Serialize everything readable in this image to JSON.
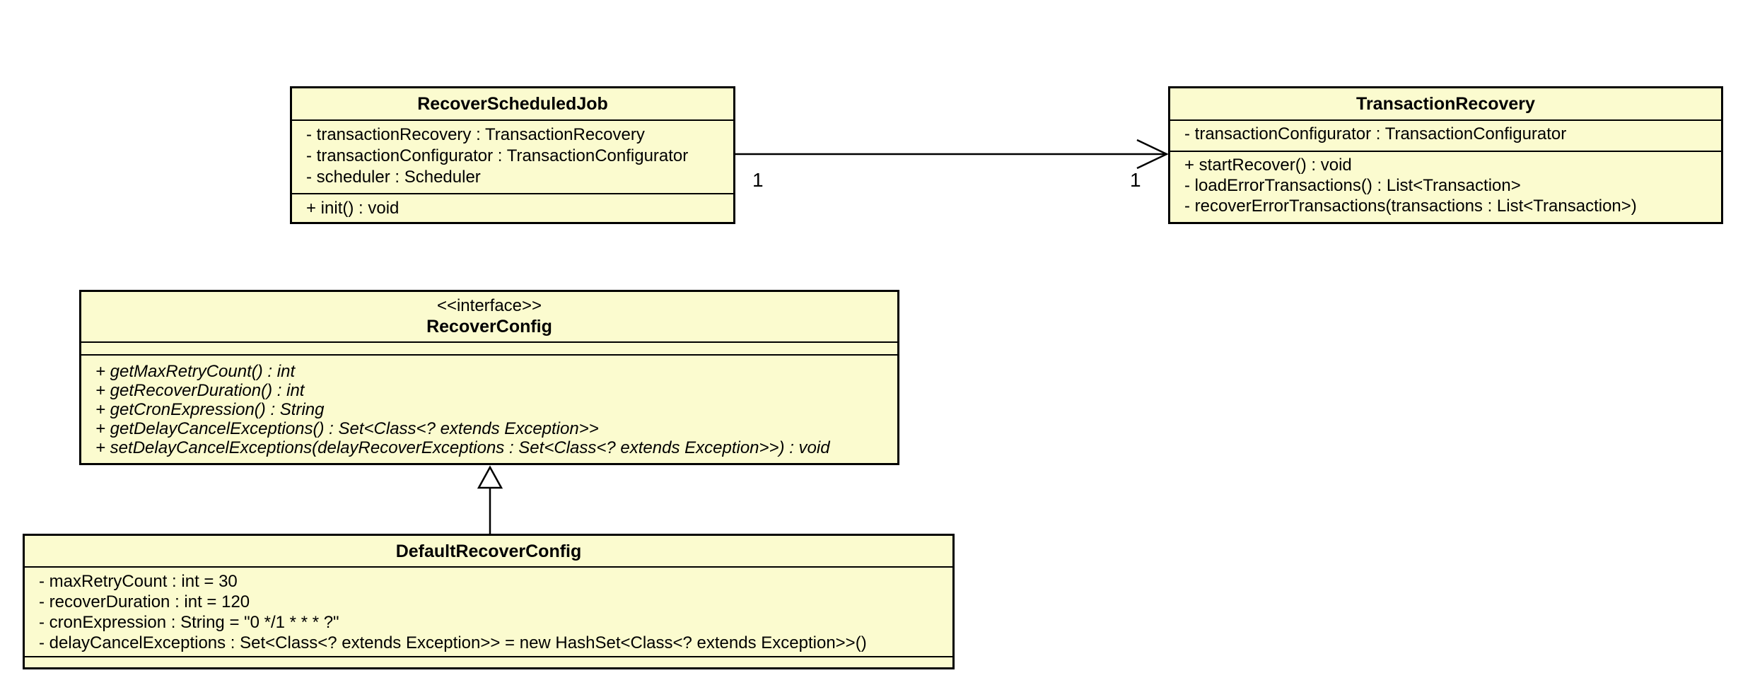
{
  "diagram_type": "uml-class-diagram",
  "colors": {
    "class_fill": "#FBFBCF",
    "class_border": "#000000",
    "canvas_background": "#FFFFFF",
    "text": "#000000"
  },
  "classes": {
    "recover_scheduled_job": {
      "name": "RecoverScheduledJob",
      "attributes": [
        "- transactionRecovery : TransactionRecovery",
        "- transactionConfigurator : TransactionConfigurator",
        "- scheduler : Scheduler"
      ],
      "methods": [
        "+ init() : void"
      ]
    },
    "transaction_recovery": {
      "name": "TransactionRecovery",
      "attributes": [
        "- transactionConfigurator : TransactionConfigurator"
      ],
      "methods": [
        "+ startRecover() : void",
        "- loadErrorTransactions() : List<Transaction>",
        "- recoverErrorTransactions(transactions : List<Transaction>)"
      ]
    },
    "recover_config": {
      "stereotype": "<<interface>>",
      "name": "RecoverConfig",
      "attributes": [],
      "methods": [
        "+ getMaxRetryCount() : int",
        "+ getRecoverDuration() : int",
        "+ getCronExpression() : String",
        "+ getDelayCancelExceptions() : Set<Class<? extends Exception>>",
        "+ setDelayCancelExceptions(delayRecoverExceptions : Set<Class<? extends Exception>>) : void"
      ]
    },
    "default_recover_config": {
      "name": "DefaultRecoverConfig",
      "attributes": [
        "- maxRetryCount : int = 30",
        "- recoverDuration : int = 120",
        "- cronExpression : String = \"0 */1 * * * ?\"",
        "- delayCancelExceptions : Set<Class<? extends Exception>> = new HashSet<Class<? extends Exception>>()"
      ],
      "methods": []
    }
  },
  "relations": {
    "association": {
      "type": "directed-association",
      "from": "RecoverScheduledJob",
      "to": "TransactionRecovery",
      "from_multiplicity": "1",
      "to_multiplicity": "1"
    },
    "generalization": {
      "type": "generalization",
      "from": "DefaultRecoverConfig",
      "to": "RecoverConfig"
    }
  }
}
